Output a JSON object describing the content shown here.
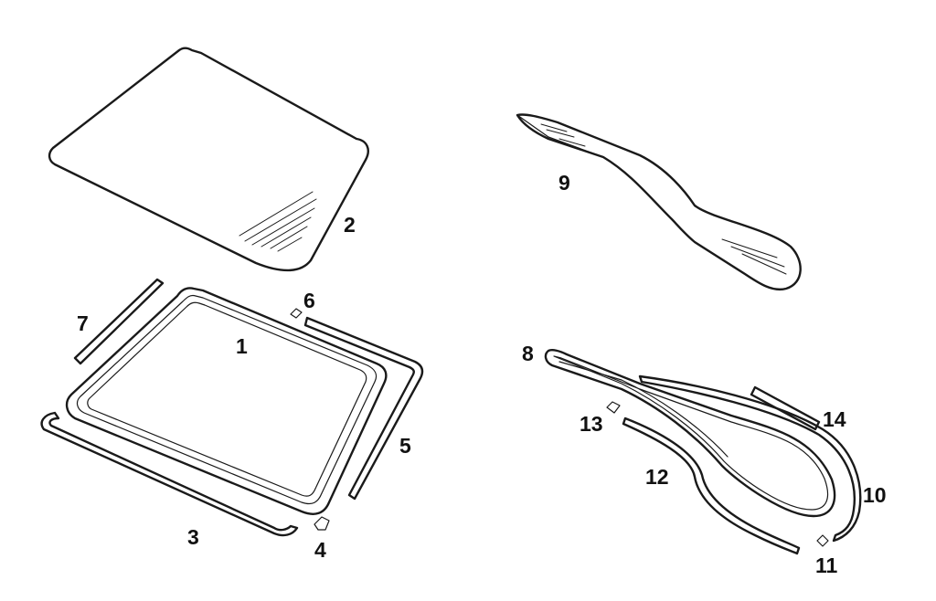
{
  "diagram": {
    "callouts": {
      "n1": "1",
      "n2": "2",
      "n3": "3",
      "n4": "4",
      "n5": "5",
      "n6": "6",
      "n7": "7",
      "n8": "8",
      "n9": "9",
      "n10": "10",
      "n11": "11",
      "n12": "12",
      "n13": "13",
      "n14": "14"
    },
    "line_color": "#1a1a1a",
    "background": "#ffffff"
  }
}
